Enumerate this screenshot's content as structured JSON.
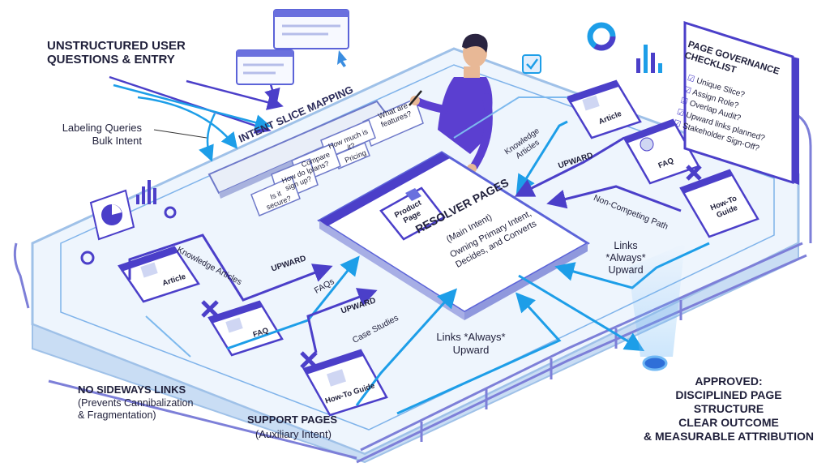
{
  "left_labels": {
    "unstructured_title": "UNSTRUCTURED USER\nQUESTIONS & ENTRY",
    "labeling": "Labeling Queries\nBulk Intent",
    "no_sideways_title": "NO SIDEWAYS LINKS",
    "no_sideways_sub": "(Prevents Cannibalization\n& Fragmentation)",
    "support_title": "SUPPORT PAGES",
    "support_sub": "(Auxiliary Intent)"
  },
  "intent_mapping": {
    "title": "INTENT SLICE MAPPING",
    "tags": [
      "What are features?",
      "How much is it?",
      "Pricing",
      "Compare plans?",
      "How do I sign up?",
      "Is it secure?"
    ]
  },
  "resolver": {
    "title": "RESOLVER PAGES",
    "subtitle": "(Main Intent)",
    "description": "Owning Primary Intent,\nDecides, and Converts",
    "product_card": "Product\nPage"
  },
  "support_cards_left": [
    "Article",
    "FAQ",
    "How-To Guide"
  ],
  "support_cards_right": [
    "Article",
    "FAQ",
    "How-To\nGuide"
  ],
  "arrow_labels": {
    "knowledge_articles_left": "Knowledge Articles",
    "upward_left_1": "UPWARD",
    "faqs": "FAQs",
    "upward_left_2": "UPWARD",
    "case_studies": "Case Studies",
    "links_always_bottom": "Links *Always*\nUpward",
    "knowledge_articles_right": "Knowledge\nArticles",
    "upward_right": "UPWARD",
    "non_competing": "Non-Competing Path",
    "links_always_right": "Links\n*Always*\nUpward"
  },
  "checklist": {
    "title": "PAGE GOVERNANCE\nCHECKLIST",
    "items": [
      "Unique Slice?",
      "Assign Role?",
      "Overlap Audit?",
      "Upward links planned?",
      "Stakeholder Sign-Off?"
    ]
  },
  "approved": {
    "line1": "APPROVED:",
    "line2": "DISCIPLINED PAGE STRUCTURE",
    "line3": "CLEAR OUTCOME",
    "line4": "& MEASURABLE ATTRIBUTION"
  },
  "colors": {
    "accent_purple": "#4b3fc9",
    "accent_blue": "#1d9ee8",
    "platform": "#eaf3fc",
    "platform_edge": "#a9c8ea"
  }
}
